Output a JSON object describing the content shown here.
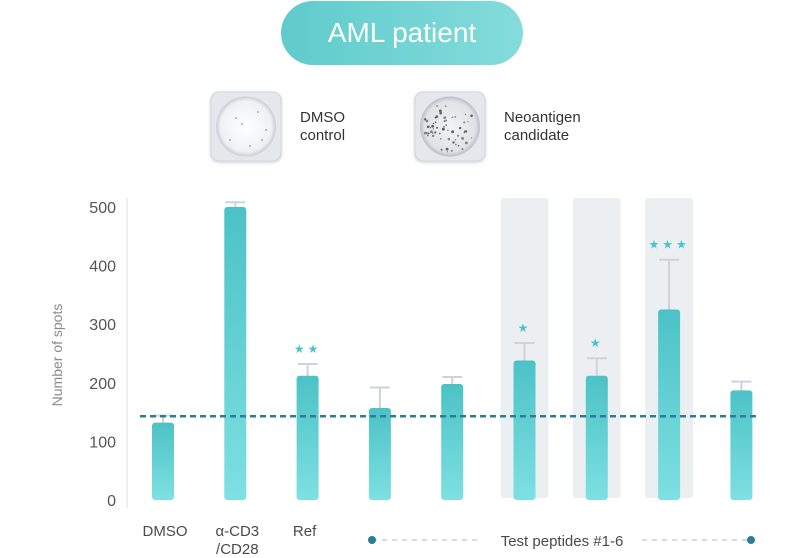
{
  "title": "AML patient",
  "legend": [
    {
      "label_lines": [
        "DMSO",
        "control"
      ],
      "image": "sparse-spots-well"
    },
    {
      "label_lines": [
        "Neoantigen",
        "candidate"
      ],
      "image": "dense-spots-well"
    }
  ],
  "colors": {
    "bar_top": "#4cc2c6",
    "bar_bottom": "#7ee0e2",
    "title_pill": "#6fd3d3",
    "baseline": "#2c7d96",
    "highlight": "#eceff1",
    "error_bar": "#cfd3d6",
    "star": "#49c3cf",
    "group_line": "#d7dbde",
    "group_dot": "#2c7d96"
  },
  "chart_data": {
    "type": "bar",
    "ylabel": "Number of spots",
    "ylim": [
      0,
      500
    ],
    "yticks": [
      0,
      100,
      200,
      300,
      400,
      500
    ],
    "categories": [
      "DMSO",
      "α-CD3\n/CD28",
      "Ref",
      "",
      "",
      "",
      "",
      "",
      ""
    ],
    "values": [
      132,
      500,
      212,
      157,
      198,
      238,
      212,
      325,
      187
    ],
    "errors": [
      12,
      8,
      20,
      35,
      12,
      30,
      30,
      85,
      15
    ],
    "significance": [
      "",
      "",
      "★★",
      "",
      "",
      "★",
      "★",
      "★★★",
      ""
    ],
    "highlighted": [
      false,
      false,
      false,
      false,
      false,
      true,
      true,
      true,
      false
    ],
    "baseline": 143,
    "group_label": "Test peptides #1-6"
  }
}
